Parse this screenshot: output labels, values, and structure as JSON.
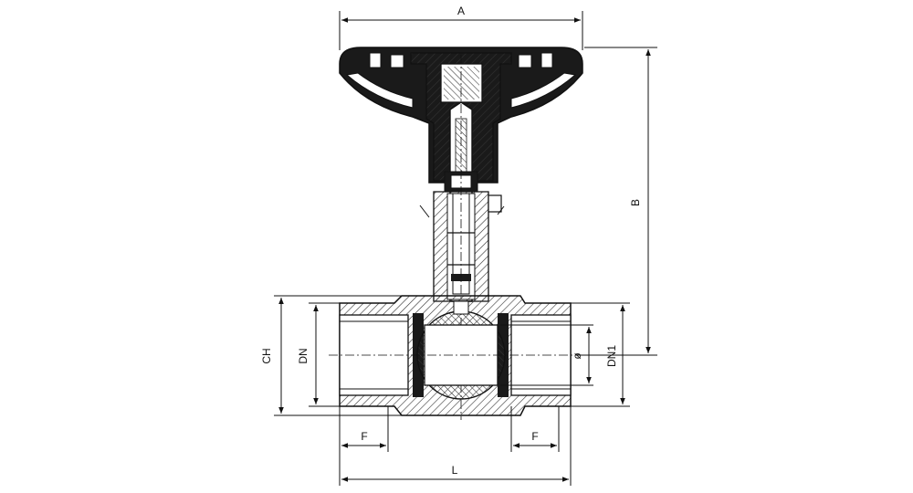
{
  "drawing": {
    "labels": {
      "a": "A",
      "b": "B",
      "ch": "CH",
      "dn": "DN",
      "dn1": "DN1",
      "dia": "ø",
      "f_left": "F",
      "f_right": "F",
      "l": "L"
    },
    "colors": {
      "line": "#111111",
      "dark_fill": "#1a1a1a",
      "light_fill": "#ffffff",
      "hatch": "#333333"
    }
  }
}
